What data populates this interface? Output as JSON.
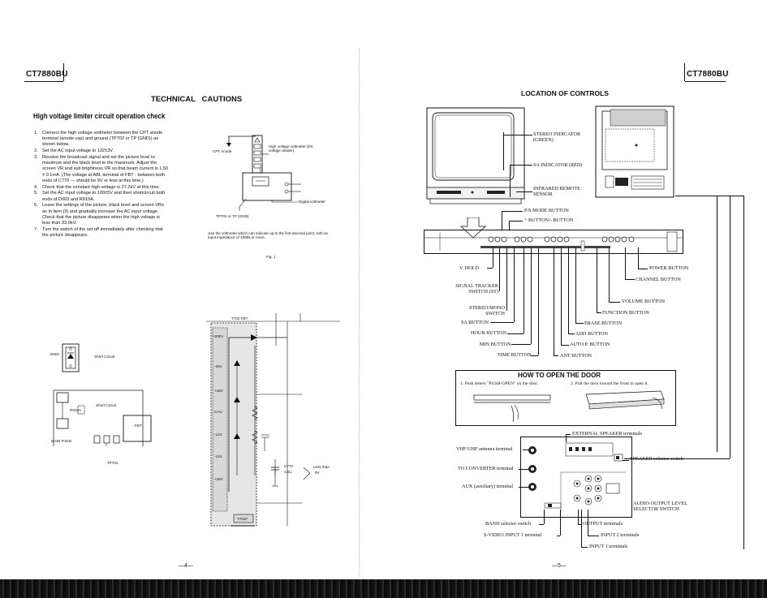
{
  "left_page": {
    "model": "CT7880BU",
    "title": "TECHNICAL   CAUTIONS",
    "section_heading": "High voltage limiter circuit operation check",
    "steps": [
      {
        "num": "1.",
        "text": "Connect the high voltage voltmeter between the CPT anode terminal (anode cap) and ground (TP702 or TP (GND)) as shown below."
      },
      {
        "num": "2.",
        "text": "Set the AC input voltage to 132±3V."
      },
      {
        "num": "3.",
        "text": "Receive the broadcast signal and set the picture level to maximum and the black level to the maximum. Adjust the screen VR and sub brightness VR so that beam current is 1.50 ± 0.1mA. (The voltage at ABL terminal of FBT - between both ends of C770 — should be 9V or less at this time.)"
      },
      {
        "num": "4.",
        "text": "Check that the constant high voltage is 27.2kV at this time."
      },
      {
        "num": "5.",
        "text": "Set the AC input voltage to 100±5V and then shortcircuit both ends of D603 and R910A."
      },
      {
        "num": "6.",
        "text": "Leave the settings of the picture, black level and screen VRs as in item (3) and gradually increase the AC input voltage. Check that the picture disappears when the high voltage is less than 33.0kV."
      },
      {
        "num": "7.",
        "text": "Turn the switch of the set off immediately after checking that the picture disappears."
      }
    ],
    "fig1": {
      "cpt_anode": "CPT Anode",
      "hv_voltmeter": "High voltage voltmeter (DC voltage divider)",
      "digital_voltmeter": "Digital voltmeter",
      "tp_gnd": "TP702 or TP (GND)",
      "note": "Use the voltmeter which can indicate up to the first decimal point, with an input impedance of 10MΩ or more.",
      "caption": "Fig. 1"
    },
    "short_diagram": {
      "d603": "D603",
      "short_circuit_1": "Short Circuit",
      "r910a": "R910A",
      "short_circuit_2": "Short Circuit",
      "fbt": "FBT",
      "main_pwb": "MAIN P.W.B.",
      "tp702": "TP702"
    },
    "fbt_diagram": {
      "t702": "T702 FBT",
      "v1": "+200V",
      "v2": "-26V",
      "v3": "+15V",
      "v4": "CAU",
      "v5": "-12V",
      "v6": "-14V",
      "v7": "+26V",
      "c770": "C770",
      "c770_val": "1.5U",
      "less_than": "Less than",
      "less_than_val": "9V",
      "bottom": "T702F"
    },
    "page_number": "—4—"
  },
  "right_page": {
    "model": "CT7880BU",
    "title": "LOCATION OF CONTROLS",
    "front_callouts": {
      "stereo": "STEREO INDICATOR (GREEN)",
      "sa_indicator": "SA INDICATOR (RED)",
      "infrared": "INFRARED REMOTE SENSOR"
    },
    "panel_callouts": {
      "ps_mode": "P/S MODE BUTTON",
      "plus_minus": "+ BUTTON/- BUTTON",
      "v_hold": "V. HOLD",
      "signal_tracker": "SIGNAL TRACKER SWITCH (ST)",
      "stereo_mono": "STEREO/MONO SWITCH",
      "sa_button": "SA BUTTON",
      "hour": "HOUR BUTTON",
      "min": "MIN BUTTON",
      "time": "TIME BUTTON",
      "power": "POWER BUTTON",
      "channel": "CHANNEL BUTTON",
      "volume": "VOLUME BUTTON",
      "function": "FUNCTION BUTTON",
      "erase": "ERASE BUTTON",
      "add": "ADD BUTTON",
      "auto_p": "AUTO P. BUTTON",
      "ant": "ANT BUTTON"
    },
    "door": {
      "title": "HOW TO OPEN THE DOOR",
      "step1": "1.  Push letters \"PUSH-OPEN\" on the door.",
      "step2": "2.  Pull the door toward the front to open it."
    },
    "rear_callouts": {
      "ext_speaker": "EXTERNAL SPEAKER terminals",
      "vhf_uhf": "VHF/UHF antenna terminal",
      "to_converter": "TO CONVERTER terminal",
      "aux": "AUX (auxiliary) terminal",
      "speaker_switch": "SPEAKER selector switch",
      "audio_output": "AUDIO OUTPUT LEVEL SELECTOR SWITCH",
      "band": "BAND selector switch",
      "output": "OUTPUT terminals",
      "svideo": "S-VIDEO INPUT 1 terminal",
      "input2": "INPUT 2 terminals",
      "input1": "INPUT 1 terminals"
    },
    "page_number": "—5—"
  }
}
